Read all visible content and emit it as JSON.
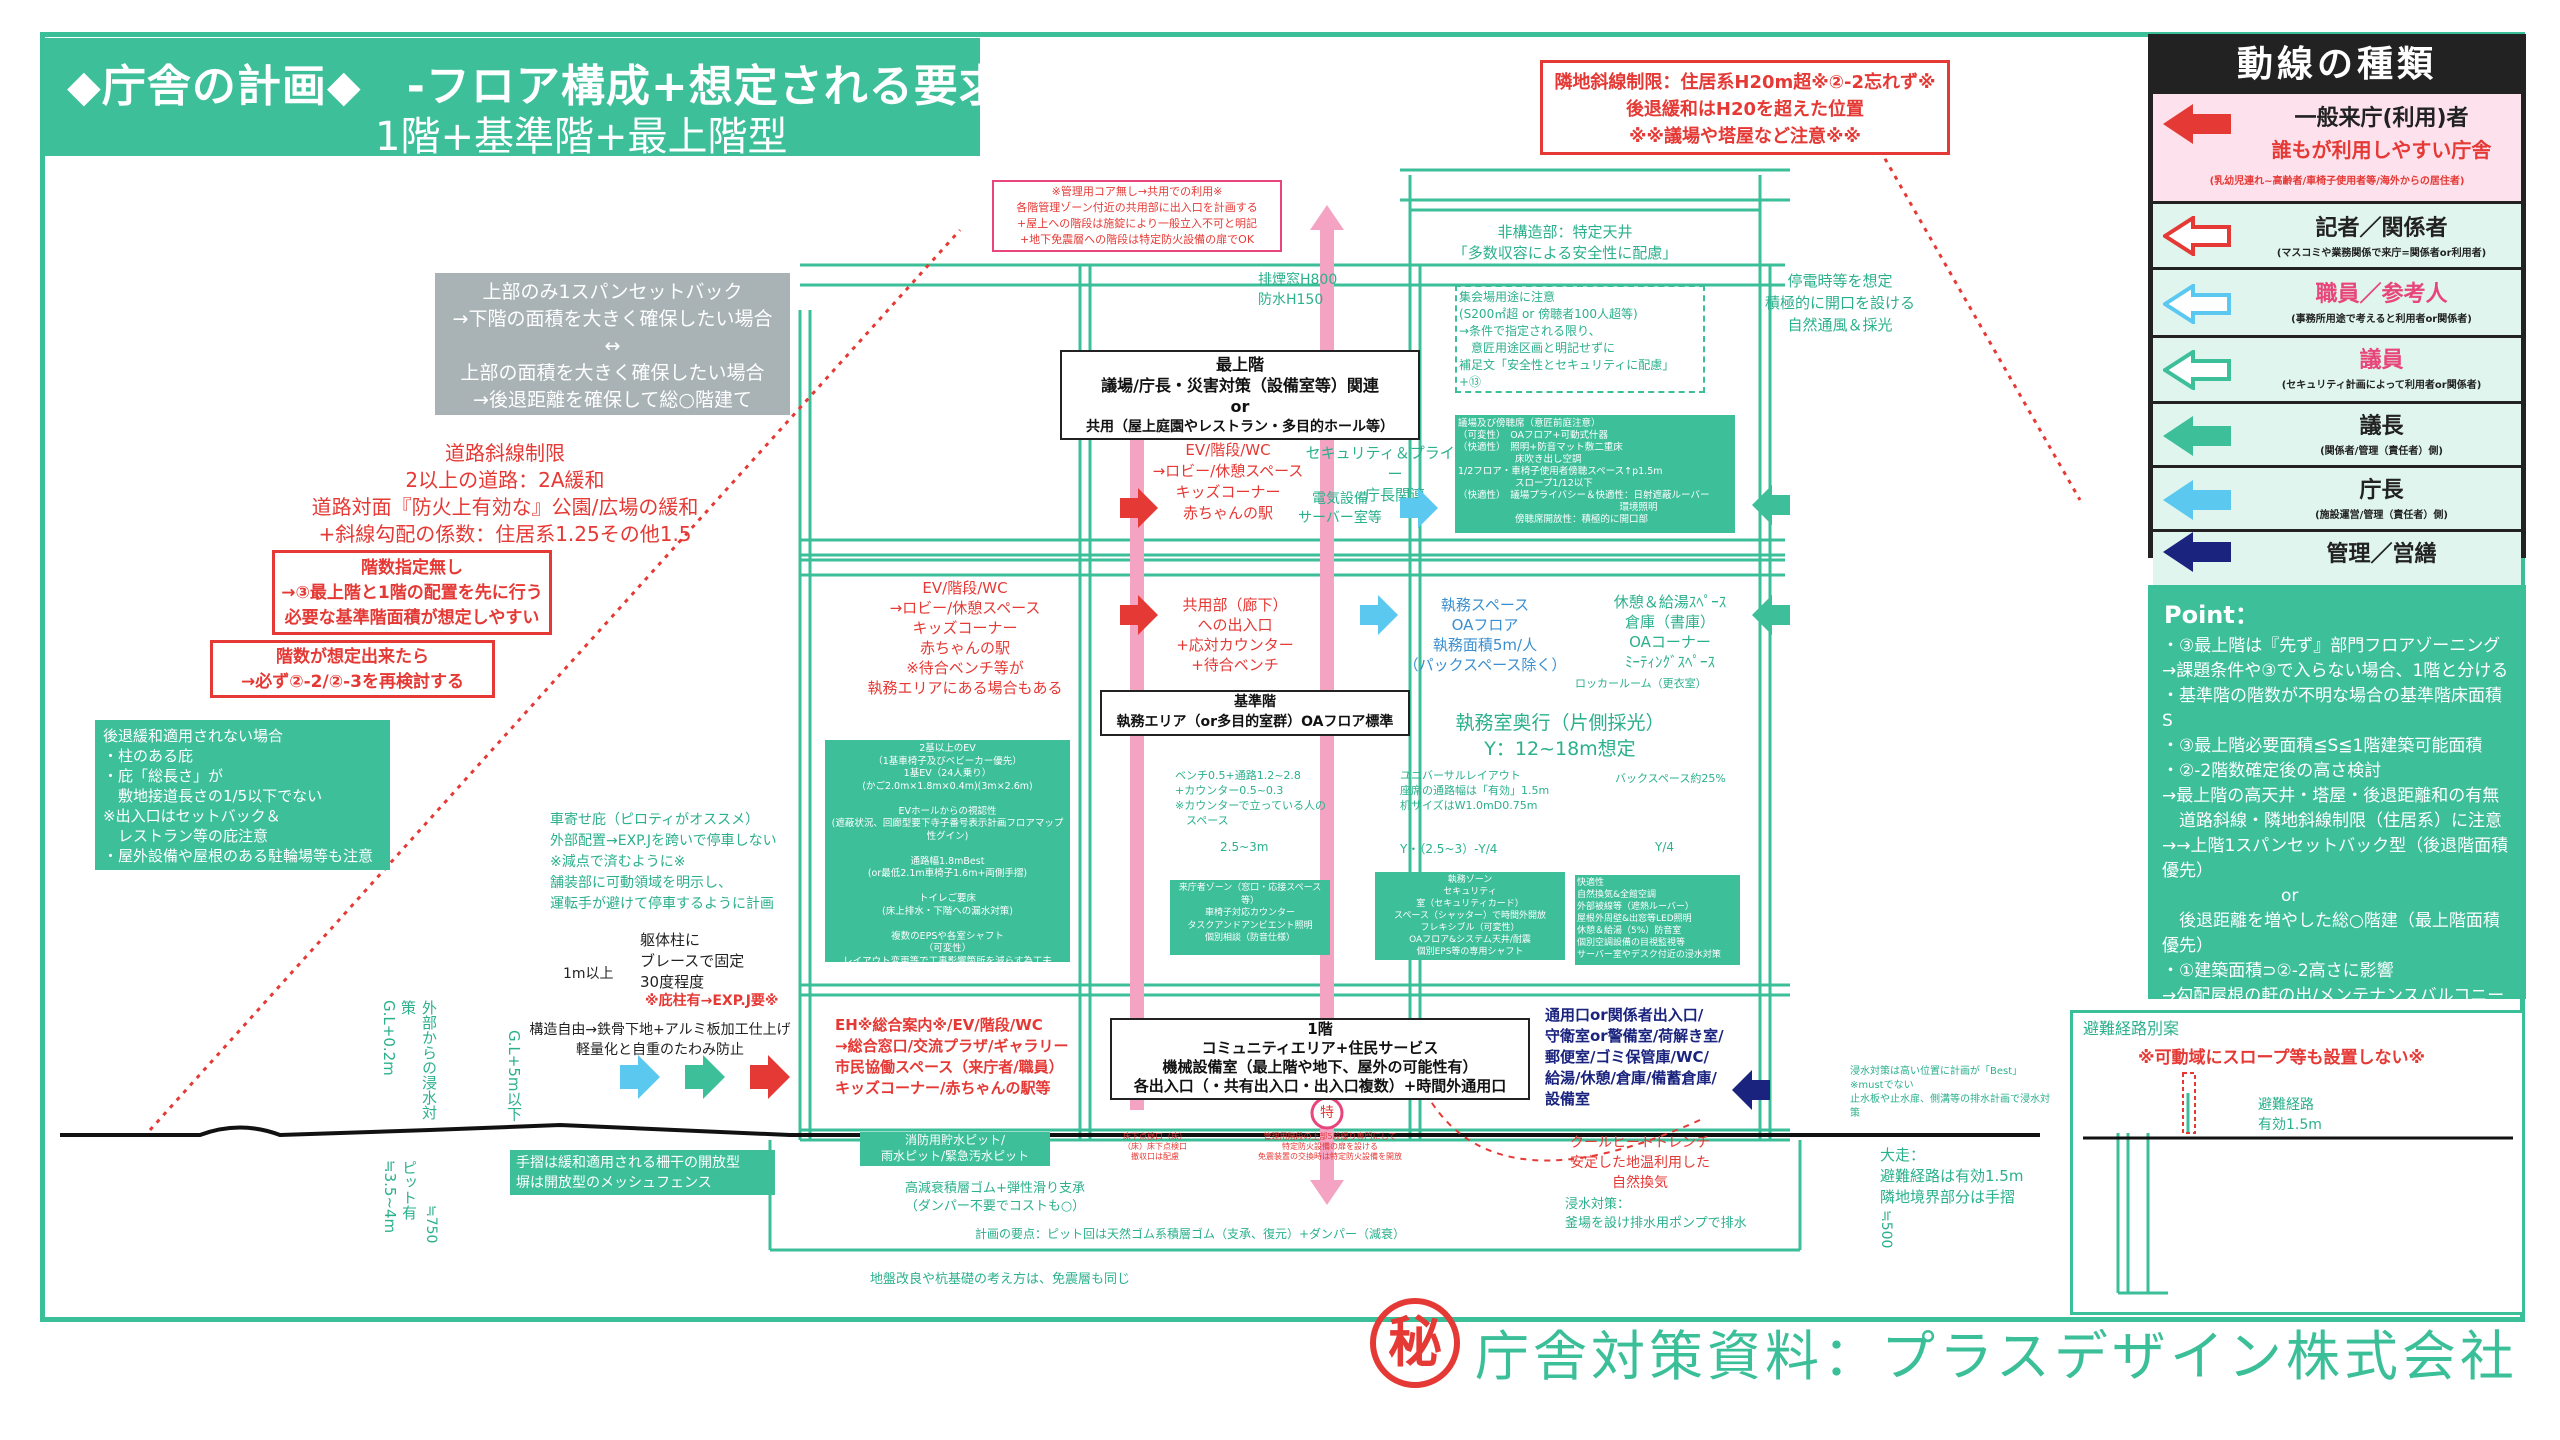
{
  "title": {
    "line1": "◆庁舎の計画◆　-フロア構成+想定される要求室-",
    "line2": "1階+基準階+最上階型"
  },
  "neighbor_note": {
    "text": "隣地斜線制限：住居系H20m超※②-2忘れず※\n後退緩和はH20を超えた位置\n※※議場や塔屋など注意※※"
  },
  "mgmt_core_note": {
    "text": "※管理用コア無し→共用での利用※\n各階管理ゾーン付近の共用部に出入口を計画する\n+屋上への階段は施錠により一般立入不可と明記\n+地下免震層への階段は特定防火設備の扉でOK"
  },
  "setback_note": {
    "text": "上部のみ1スパンセットバック\n→下階の面積を大きく確保したい場合\n↔\n上部の面積を大きく確保したい場合\n→後退距離を確保して総○階建て"
  },
  "road_note": {
    "text": "道路斜線制限\n2以上の道路：2A緩和\n道路対面『防火上有効な』公園/広場の緩和\n+斜線勾配の係数：住居系1.25その他1.5"
  },
  "floor_count_note": {
    "text": "階数指定無し\n→③最上階と1階の配置を先に行う\n必要な基準階面積が想定しやすい"
  },
  "floor_assumed_note": {
    "text": "階数が想定出来たら\n→必ず②-2/②-3を再検討する"
  },
  "no_setback_note": {
    "text": "後退緩和適用されない場合\n・柱のある庇\n・庇「総長さ」が\n　敷地接道長さの1/5以下でない\n※出入口はセットバック＆\n　レストラン等の庇注意\n・屋外設備や屋根のある駐輪場等も注意"
  },
  "carport_note": {
    "text": "車寄せ庇（ピロティがオススメ）\n外部配置→EXP.Jを跨いで停車しない\n※減点で済むように※\n舗装部に可動領域を明示し、\n運転手が避けて停車するように計画"
  },
  "brace_note": {
    "text": "躯体柱に\nブレースで固定\n30度程度"
  },
  "brace_red": "※庇柱有→EXP.J要※",
  "light_note": {
    "text": "構造自由→鉄骨下地+アルミ板加工仕上げ\n軽量化と自重のたわみ防止"
  },
  "dim_1m": "1m以上",
  "flood_left": "外部からの浸水対策\nG.L+0.2m",
  "gl_label": "G.L+5m以下",
  "railing_note": {
    "text": "手摺は緩和適用される柵干の開放型\n塀は開放型のメッシュフェンス"
  },
  "pit_label": "ピット有\n≒3.5~4m",
  "dim_750": "≒750",
  "dim_500": "≒500",
  "top_floor": {
    "heading": "最上階",
    "line1": "議場/庁長・災害対策（設備室等）関連",
    "or": "or",
    "line2": "共用（屋上庭園やレストラン・多目的ホール等）"
  },
  "top_left": {
    "text": "EV/階段/WC\n→ロビー/休憩スペース\nキッズコーナー\n赤ちゃんの駅"
  },
  "top_security": {
    "text": "セキュリティ＆プライバシー\n庁長関連"
  },
  "top_equipment": {
    "text": "電気設備\nサーバー室等"
  },
  "rooftop_label": "非構造部：特定天井\n「多数収容による安全性に配慮」",
  "rooftop_right": "停電時等を想定\n積極的に開口を設ける\n自然通風＆採光",
  "top_height": "排煙窓H800\n防水H150",
  "assembly_hall": {
    "text": "集会場用途に注意\n(S200㎡超 or 傍聴者100人超等)\n→条件で指定される限り、\n　意匠用途区画と明記せずに\n補足文「安全性とセキュリティに配慮」\n+⑬"
  },
  "council_box": {
    "text": "議場及び傍聴席（意匠前庭注意）\n（可変性）　OAフロア+可動式什器\n（快適性）　照明+防音マット敷二重床\n　　　　　　床吹き出し空調\n1/2フロア・車椅子使用者傍聴スペース↑p1.5m\n　　　　　　スロープ1/12以下\n（快適性）　議場プライバシー＆快適性：日射遮蔽ルーバー\n　　　　　　　　　　　　　　　　　環境照明\n　　　　　　傍聴席開放性：積極的に開口部"
  },
  "std_left": {
    "text": "EV/階段/WC\n→ロビー/休憩スペース\nキッズコーナー\n赤ちゃんの駅\n※待合ベンチ等が\n執務エリアにある場合もある"
  },
  "std_common": {
    "text": "共用部（廊下）\nへの出入口\n+応対カウンター\n+待合ベンチ"
  },
  "std_office": {
    "text": "執務スペース\nOAフロア\n執務面積5m/人\n（パックスペース除く）"
  },
  "std_rest": {
    "text": "休憩＆給湯ｽﾍﾟｰｽ\n倉庫（書庫）\nOAコーナー\nﾐｰﾃｨﾝｸﾞｽﾍﾟｰｽ"
  },
  "locker": "ロッカールーム（更衣室）",
  "std_floor": {
    "heading": "基準階",
    "line": "執務エリア（or多目的室群）OAフロア標準"
  },
  "office_depth": {
    "line1": "執務室奥行（片側採光）",
    "line2": "Y：12~18m想定"
  },
  "std_mid": {
    "text": "ベンチ0.5+通路1.2~2.8\n+カウンター0.5~0.3\n※カウンターで立っている人の\n　スペース"
  },
  "universal": {
    "text": "ユニバーサルレイアウト\n座席の通路幅は「有効」1.5m\n机サイズはW1.0mD0.75m"
  },
  "backspace": "バックスペース約25%",
  "dims": {
    "d1": "2.5~3m",
    "d2": "Y・（2.5~3）-Y/4",
    "d3": "Y/4"
  },
  "ev_box": {
    "text": "2基以上のEV\n（1基車椅子及びベビーカー優先）\n1基EV（24人乗り）\n(かご2.0m×1.8m×0.4m)(3m×2.6m)\n\nEVホールからの視認性\n(遮蔽状況、回廊型要下寺子番号表示計画フロアマップ性グイン)\n\n通路幅1.8mBest\n(or最低2.1m車椅子1.6m+両側手摺)\n\nトイレご要床\n(床上排水・下階への漏水対策)\n\n複数のEPSや各室シャフト\n（可変性）\nレイアウト変更等で工事影響箇所を減らす為工夫"
  },
  "reception_box": {
    "text": "来庁者ゾーン（窓口・応接スペース等）\n車椅子対応カウンター\nタスクアンドアンビエント照明\n個別相談（防音仕様）"
  },
  "office_zone": {
    "text": "執務ゾーン\nセキュリティ\n室（セキュリティカード）\nスペース（シャッター）で時間外開放\nフレキシブル（可変性）\nOAフロア&システム天井/耐震\n個別EPS等の専用シャフト"
  },
  "comfort_box": {
    "text": "快適性\n自然換気&全館空調\n外部被線等（遮熱ルーバー）\n屋根外周壁&出窓等LED照明\n休憩＆給湯（5%）防音室\n個別空調設備の目視監視等\nサーバー室やデスク付近の浸水対策"
  },
  "first_floor": {
    "heading": "1階",
    "line1": "コミュニティエリア+住民サービス",
    "line2": "機械設備室（最上階や地下、屋外の可能性有）",
    "line3": "各出入口（・共有出入口・出入口複数）+時間外通用口"
  },
  "first_left": {
    "text": "EH※総合案内※/EV/階段/WC\n→総合窓口/交流プラザ/ギャラリー\n市民協働スペース（来庁者/職員）\nキッズコーナー/赤ちゃんの駅等"
  },
  "first_right": {
    "text": "通用口or関係者出入口/\n守衛室or警備室/荷解き室/\n郵便室/ゴミ保管庫/WC/\n給湯/休憩/倉庫/備蓄倉庫/\n設備室"
  },
  "pit_box": {
    "text": "消防用貯水ピット/\n雨水ピット/緊急汚水ピット"
  },
  "isolation": {
    "text": "高減衰積層ゴム+弾性滑り支承\n（ダンパー不要でコストも○）"
  },
  "isolation2": "計画の要点：ピット回は天然ゴム系積層ゴム（支承、復元）+ダンパー（減衰）",
  "foundation": "地盤改良や杭基礎の考え方は、免震層も同じ",
  "pit_pink1": "床下点検口（床）\n（床）床下点検口\n撤収口は配慮",
  "pit_pink2": "管理用階段の上部5段緩り専門にして\n特定防火設備の扉を設ける\n免震装置の交換時は特定防火設備を開放",
  "toku": "特",
  "cool_trench": {
    "text": "クールヒートトレンチ\n安定した地温利用した\n自然換気"
  },
  "flood_right": {
    "text": "浸水対策は高い位置に計画が「Best」\n※mustでない\n止水板や止水扉、側溝等の排水計画で浸水対策"
  },
  "flood_measure": {
    "text": "浸水対策：\n釜場を設け排水用ポンプで排水"
  },
  "escape_note": {
    "text": "大走：\n避難経路は有効1.5m\n隣地境界部分は手摺"
  },
  "legend": {
    "title": "動線の種類",
    "rows": [
      {
        "label": "一般来庁(利用)者",
        "sub1": "誰もが利用しやすい庁舎",
        "sub2": "(乳幼児連れ~高齢者/車椅子使用者等/海外からの居住者)",
        "color": "#e53935"
      },
      {
        "label": "記者／関係者",
        "sub1": "(マスコミや業務関係で来庁=関係者or利用者)",
        "color": "#e53935"
      },
      {
        "label": "職員／参考人",
        "sub1": "(事務所用途で考えると利用者or関係者)",
        "color": "#5bc8f0"
      },
      {
        "label": "議員",
        "sub1": "(セキュリティ計画によって利用者or関係者)",
        "color": "#3dbf9a"
      },
      {
        "label": "議長",
        "sub1": "(関係者/管理（責任者）側)",
        "color": "#3dbf9a"
      },
      {
        "label": "庁長",
        "sub1": "(施設運営/管理（責任者）側)",
        "color": "#5bc8f0"
      },
      {
        "label": "管理／営繕",
        "sub1": "",
        "color": "#1a237e"
      }
    ]
  },
  "point": {
    "title": "Point：",
    "text": "・③最上階は『先ず』部門フロアゾーニング\n→課題条件や③で入らない場合、1階と分ける\n・基準階の階数が不明な場合の基準階床面積S\n・③最上階必要面積≦S≦1階建築可能面積\n・②-2階数確定後の高さ検討\n→最上階の高天井・塔屋・後退距離和の有無\n　道路斜線・隣地斜線制限（住居系）に注意\n→→上階1スパンセットバック型（後退階面積優先）\n　　　　　　　or\n　後退距離を増やした総○階建（最上階面積優先）\n・①建築面積⊃②-2高さに影響\n→勾配屋根の軒の出/メンテナンスバルコニー\n　車寄せの庇/地上に設ける屋外設備\n→塔屋/議場等の高天井/PC梁/スラブ下げ/CH"
  },
  "escape_box": {
    "title": "避難経路別案",
    "note": "※可動域にスロープ等も設置しない※",
    "dim": "避難経路\n有効1.5m"
  },
  "footer": {
    "seal": "秘",
    "text": "庁舎対策資料：プラスデザイン株式会社"
  },
  "colors": {
    "teal": "#3dbf9a",
    "red": "#e53935",
    "pink": "#f08cb0",
    "blue": "#5bc8f0",
    "navy": "#1a237e"
  }
}
